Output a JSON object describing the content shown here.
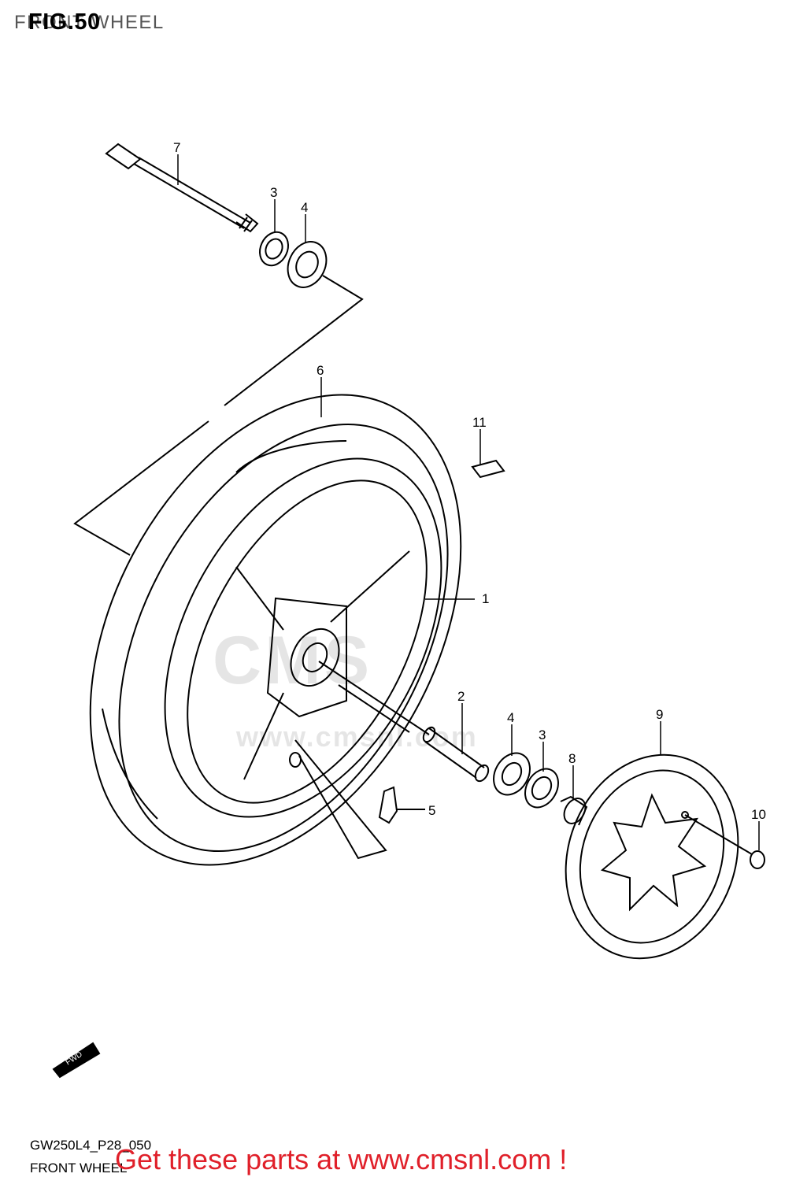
{
  "header": {
    "fig": "FIG.50",
    "title": "FRONT WHEEL"
  },
  "watermark": {
    "brand": "CMS",
    "url": "www.cmsnl.com"
  },
  "callouts": {
    "c1": "1",
    "c2": "2",
    "c3a": "3",
    "c3b": "3",
    "c4a": "4",
    "c4b": "4",
    "c5": "5",
    "c6": "6",
    "c7": "7",
    "c8": "8",
    "c9": "9",
    "c10": "10",
    "c11": "11"
  },
  "fwd_label": "FWD",
  "footer": {
    "code": "GW250L4_P28_050",
    "subtitle": "FRONT WHEEL",
    "promo": "Get these parts at www.cmsnl.com !"
  },
  "colors": {
    "line": "#000000",
    "promo": "#e0202a",
    "watermark": "#cccccc"
  }
}
